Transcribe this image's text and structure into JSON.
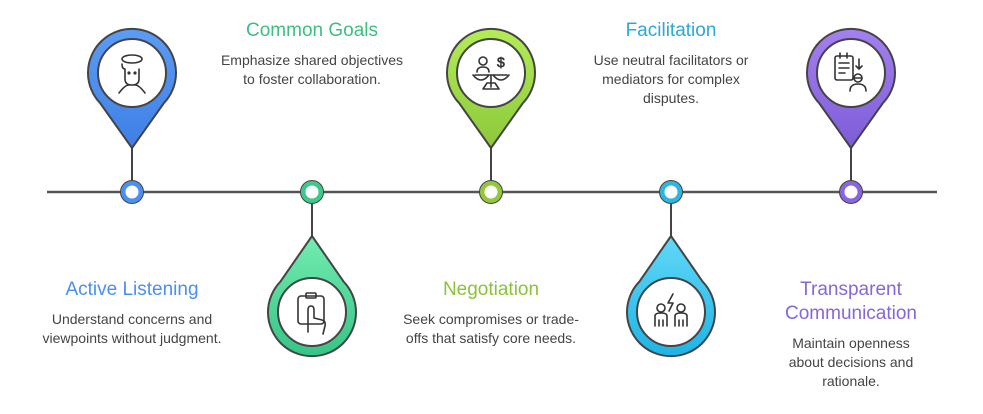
{
  "steps": [
    {
      "title": "Active Listening",
      "desc": "Understand concerns and viewpoints without judgment.",
      "color": "#4b8ff0",
      "icon": "listener-icon",
      "direction": "up"
    },
    {
      "title": "Common Goals",
      "desc": "Emphasize shared objectives to foster collaboration.",
      "color": "#3ec98a",
      "icon": "clipboard-hand-icon",
      "direction": "down"
    },
    {
      "title": "Negotiation",
      "desc": "Seek compromises or trade-offs that satisfy core needs.",
      "color": "#94c83c",
      "icon": "scale-icon",
      "direction": "up"
    },
    {
      "title": "Facilitation",
      "desc": "Use neutral facilitators or mediators for complex disputes.",
      "color": "#2fb5df",
      "icon": "conflict-people-icon",
      "direction": "down"
    },
    {
      "title": "Transparent Communication",
      "desc": "Maintain openness about decisions and rationale.",
      "color": "#8a66dc",
      "icon": "document-person-icon",
      "direction": "up"
    }
  ]
}
